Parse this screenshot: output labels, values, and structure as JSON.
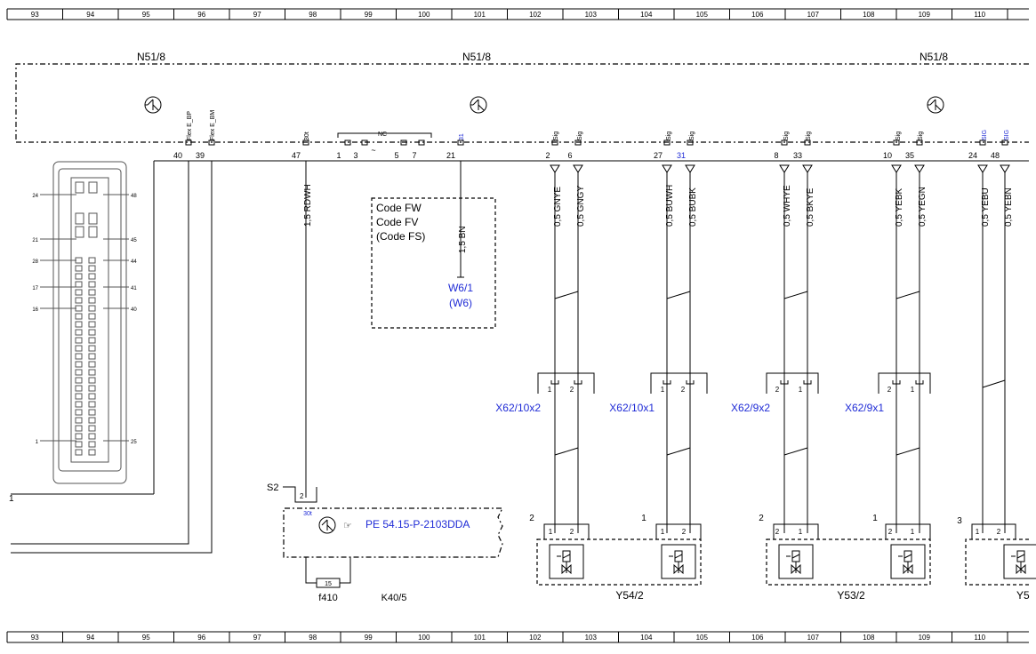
{
  "ruler": {
    "columns": [
      "93",
      "94",
      "95",
      "96",
      "97",
      "98",
      "99",
      "100",
      "101",
      "102",
      "103",
      "104",
      "105",
      "106",
      "107",
      "108",
      "109",
      "110"
    ]
  },
  "module": {
    "label_left": "N51/8",
    "label_mid": "N51/8",
    "label_right": "N51/8"
  },
  "pins": {
    "p40": "40",
    "p39": "39",
    "p47": "47",
    "p1": "1",
    "p3": "3",
    "p5": "5",
    "p7": "7",
    "p21": "21",
    "p2": "2",
    "p6": "6",
    "p27": "27",
    "p31": "31",
    "p8": "8",
    "p33": "33",
    "p10": "10",
    "p35": "35",
    "p24": "24",
    "p48": "48"
  },
  "pin_names": {
    "flex_bp": "Flex E_BP",
    "flex_bm": "Flex E_BM",
    "t30t": "30t",
    "nc": "NC",
    "t31": "31",
    "sig": "Sig",
    "sig_blue": "SIG"
  },
  "wires": {
    "rdwh": "1,5 RDWH",
    "bn": "1,5 BN",
    "gnye": "0,5 GNYE",
    "gngy": "0,5 GNGY",
    "buwh": "0,5 BUWH",
    "bubk": "0,5 BUBK",
    "whye": "0,5 WHYE",
    "bkye": "0,5 BKYE",
    "yebk": "0,5 YEBK",
    "yegn": "0,5 YEGN",
    "yebu": "0,5 YEBU",
    "yebn": "0,5 YEBN"
  },
  "code_box": {
    "line1": "Code FW",
    "line2": "Code FV",
    "line3": "(Code FS)"
  },
  "ground": {
    "w61": "W6/1",
    "w6": "(W6)"
  },
  "connectors": {
    "x62_10x2": "X62/10x2",
    "x62_10x1": "X62/10x1",
    "x62_9x2": "X62/9x2",
    "x62_9x1": "X62/9x1"
  },
  "connector_pins": {
    "a1": "1",
    "a2": "2",
    "b1": "1",
    "b2": "2",
    "c2": "2",
    "c1": "1",
    "d2": "2",
    "d1": "1"
  },
  "connector_pin_numbers": {
    "top": [
      "24",
      "21",
      "28",
      "17",
      "16",
      "1"
    ],
    "right": [
      "48",
      "45",
      "44",
      "41",
      "40",
      "25"
    ]
  },
  "relay": {
    "s2": "S2",
    "s2_pin": "2",
    "t30t": "30t",
    "pe_ref": "PE 54.15-P-2103DDA",
    "fuse_value": "15",
    "fuse": "f410",
    "relay": "K40/5",
    "edge_num": "1"
  },
  "valves": {
    "y54": "Y54/2",
    "y53": "Y53/2",
    "y5x": "Y5",
    "g1": "2",
    "g2": "1",
    "g3": "2",
    "g4": "1",
    "g5": "3",
    "v1a": "1",
    "v1b": "2",
    "v2a": "1",
    "v2b": "2",
    "v3a": "2",
    "v3b": "1",
    "v4a": "2",
    "v4b": "1",
    "v5a": "1",
    "v5b": "2"
  },
  "colors": {
    "blue_text": "#1f2bd6",
    "line": "#000000"
  }
}
